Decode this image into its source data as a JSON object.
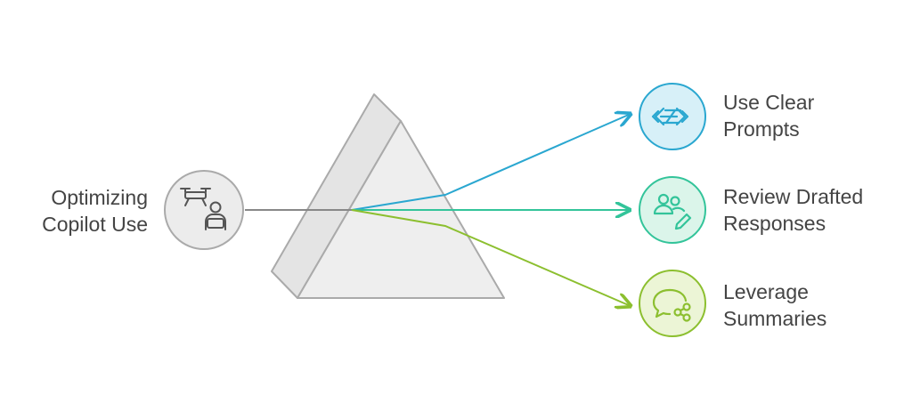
{
  "input": {
    "label_line1": "Optimizing",
    "label_line2": "Copilot Use",
    "icon": "drone-operator-icon"
  },
  "outputs": [
    {
      "line1": "Use Clear",
      "line2": "Prompts",
      "icon": "double-arrow-icon",
      "color": "#2aa7d0",
      "fill": "#d7f0f8"
    },
    {
      "line1": "Review Drafted",
      "line2": "Responses",
      "icon": "users-edit-icon",
      "color": "#33c49a",
      "fill": "#dbf5ea"
    },
    {
      "line1": "Leverage",
      "line2": "Summaries",
      "icon": "chat-share-icon",
      "color": "#8cbf2f",
      "fill": "#ecf5d6"
    }
  ],
  "colors": {
    "prism_fill": "#eeeeee",
    "prism_stroke": "#aaaaaa",
    "input_circle_fill": "#ececec",
    "input_circle_stroke": "#aaaaaa",
    "input_ray": "#888888",
    "text": "#444444"
  }
}
